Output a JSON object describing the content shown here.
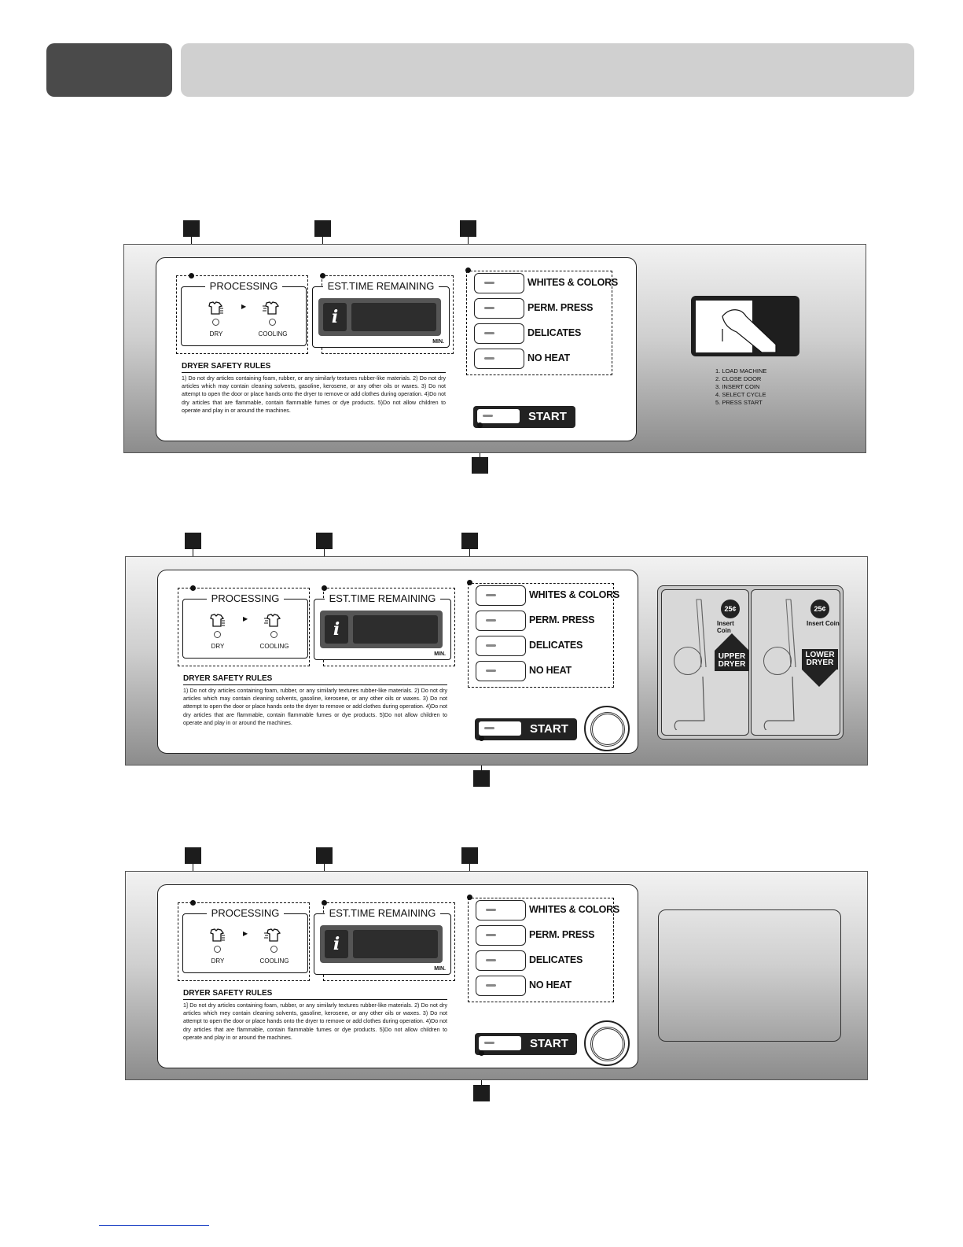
{
  "panels": [
    {
      "processing": {
        "title": "PROCESSING",
        "dry": "DRY",
        "cooling": "COOLING"
      },
      "time": {
        "title": "EST.TIME REMAINING",
        "unit": "MIN."
      },
      "cycles": [
        "WHITES & COLORS",
        "PERM. PRESS",
        "DELICATES",
        "NO HEAT"
      ],
      "start": "START",
      "safety": {
        "title": "DRYER SAFETY RULES",
        "text": "1) Do not dry articles containing foam, rubber, or any similarly textures rubber-like materials.  2) Do not dry articles which may contain cleaning solvents, gasoline, kerosene, or any other oils or waxes.  3) Do not attempt to open the door or place hands onto the dryer to remove or add clothes during operation.  4)Do not dry articles that are flammable, contain flammable fumes or dye products.  5)Do not allow children to operate and play in or around the machines."
      },
      "instructions": [
        "1. LOAD MACHINE",
        "2. CLOSE DOOR",
        "3. INSERT COIN",
        "4. SELECT CYCLE",
        "5. PRESS START"
      ]
    },
    {
      "processing": {
        "title": "PROCESSING",
        "dry": "DRY",
        "cooling": "COOLING"
      },
      "time": {
        "title": "EST.TIME REMAINING",
        "unit": "MIN."
      },
      "cycles": [
        "WHITES & COLORS",
        "PERM. PRESS",
        "DELICATES",
        "NO HEAT"
      ],
      "start": "START",
      "safety": {
        "title": "DRYER SAFETY RULES",
        "text": "1) Do not dry articles containing foam, rubber, or any similarly textures rubber-like materials.  2) Do not dry articles which may contain cleaning solvents, gasoline, kerosene, or any other oils or waxes.  3) Do not attempt to open the door or place hands onto the dryer to remove or add clothes during operation.  4)Do not dry articles that are flammable, contain flammable fumes or dye products.  5)Do not allow children to operate and play in or around the machines."
      },
      "coin": {
        "value": "25¢",
        "caption": "Insert Coin",
        "upper": [
          "UPPER",
          "DRYER"
        ],
        "lower": [
          "LOWER",
          "DRYER"
        ]
      }
    },
    {
      "processing": {
        "title": "PROCESSING",
        "dry": "DRY",
        "cooling": "COOLING"
      },
      "time": {
        "title": "EST.TIME REMAINING",
        "unit": "MIN."
      },
      "cycles": [
        "WHITES & COLORS",
        "PERM. PRESS",
        "DELICATES",
        "NO HEAT"
      ],
      "start": "START",
      "safety": {
        "title": "DRYER SAFETY RULES",
        "text": "1] Do not dry articles containing foam, rubber, or any similarly textures rubber-like materials.  2) Do not dry articles which mey contain cleaning solvents, gasoline, kerosene, or any other oils or waxes.  3) Do not attempt to open the door or place hands onto the dryer to remove or add clothes during operation.  4)Do not dry articles that are flammable, contain flammable fumes or dye products.  5)Do not allow children to operate and play in or around the machines."
      }
    }
  ],
  "icons": {
    "dry": "tshirt-dry-icon",
    "cooling": "tshirt-cooling-icon",
    "info": "info-icon",
    "arrow": "arrow-right-icon"
  }
}
